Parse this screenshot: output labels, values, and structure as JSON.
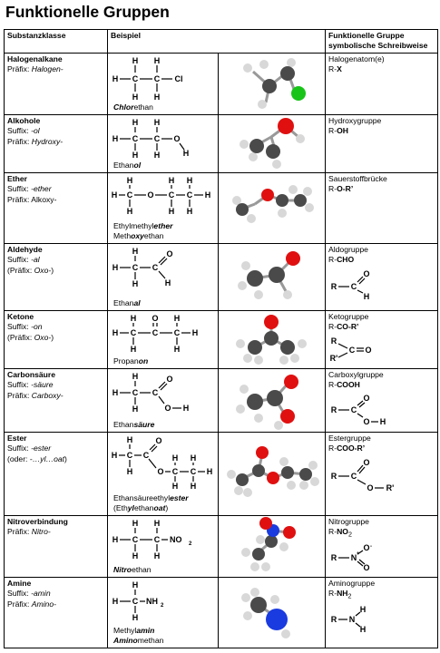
{
  "title": "Funktionelle Gruppen",
  "headers": {
    "klasse": "Substanzklasse",
    "beispiel": "Beispiel",
    "gruppe_line1": "Funktionelle Gruppe",
    "gruppe_line2": "symbolische Schreibweise"
  },
  "rows": [
    {
      "klasse": "Halogenalkane",
      "a1_prefix": "Präfix: ",
      "a1_name": "Halogen-",
      "ex1_bold": "Chlor",
      "ex1_rest": "ethan",
      "group_name": "Halogenatom(e)",
      "formula_pre": "R-",
      "formula_bold": "X"
    },
    {
      "klasse": "Alkohole",
      "a1_prefix": "Suffix: ",
      "a1_name": "-ol",
      "a2_prefix": "Präfix: ",
      "a2_name": "Hydroxy-",
      "ex1_pre": "Ethan",
      "ex1_bold": "ol",
      "group_name": "Hydroxygruppe",
      "formula_pre": "R-",
      "formula_bold": "OH"
    },
    {
      "klasse": "Ether",
      "a1_prefix": "Suffix: ",
      "a1_name": "-ether",
      "a2_prefix": "Präfix: ",
      "a2_name": "Alkoxy-",
      "ex1_pre": "Ethylmethyl",
      "ex1_bold": "ether",
      "ex2_pre": "Meth",
      "ex2_bold": "oxy",
      "ex2_rest": "ethan",
      "group_name": "Sauerstoffbrücke",
      "formula_pre": "R-",
      "formula_bold": "O-R’"
    },
    {
      "klasse": "Aldehyde",
      "a1_prefix": "Suffix: ",
      "a1_name": "-al",
      "a2_prefix": "(Präfix: ",
      "a2_name": "Oxo-",
      "a2_suffix": ")",
      "ex1_pre": "Ethan",
      "ex1_bold": "al",
      "group_name": "Aldogruppe",
      "formula_pre": "R-",
      "formula_bold": "CHO"
    },
    {
      "klasse": "Ketone",
      "a1_prefix": "Suffix: ",
      "a1_name": "-on",
      "a2_prefix": "(Präfix: ",
      "a2_name": "Oxo-",
      "a2_suffix": ")",
      "ex1_pre": "Propan",
      "ex1_bold": "on",
      "group_name": "Ketogruppe",
      "formula_pre": "R-",
      "formula_bold": "CO-R’"
    },
    {
      "klasse": "Carbonsäure",
      "a1_prefix": "Suffix: ",
      "a1_name": "-säure",
      "a2_prefix": "Präfix: ",
      "a2_name": "Carboxy-",
      "ex1_pre": "Ethan",
      "ex1_bold": "säure",
      "group_name": "Carboxylgruppe",
      "formula_pre": "R-",
      "formula_bold": "COOH"
    },
    {
      "klasse": "Ester",
      "a1_prefix": "Suffix: ",
      "a1_name": "-ester",
      "a2_prefix": "(oder: -",
      "a2_name": "…yl…oat",
      "a2_suffix": ")",
      "ex1_pre": "Ethansäureethyl",
      "ex1_bold": "ester",
      "ex2_pre": "(Eth",
      "ex2_bold": "yl",
      "ex2_mid": "ethan",
      "ex2_bold2": "oat",
      "ex2_rest": ")",
      "group_name": "Estergruppe",
      "formula_pre": "R-",
      "formula_bold": "COO-R’"
    },
    {
      "klasse": "Nitroverbindung",
      "a1_prefix": "Präfix: ",
      "a1_name": "Nitro-",
      "ex1_bold": "Nitro",
      "ex1_rest": "ethan",
      "group_name": "Nitrogruppe",
      "formula_pre": "R-",
      "formula_bold": "NO",
      "formula_sub": "2"
    },
    {
      "klasse": "Amine",
      "a1_prefix": "Suffix: ",
      "a1_name": "-amin",
      "a2_prefix": "Präfix: ",
      "a2_name": "Amino-",
      "ex1_pre": "Methyl",
      "ex1_bold": "amin",
      "ex2_bold": "Amino",
      "ex2_rest": "methan",
      "group_name": "Aminogruppe",
      "formula_pre": "R-",
      "formula_bold": "NH",
      "formula_sub": "2"
    }
  ],
  "atoms": {
    "H": "H",
    "C": "C",
    "O": "O",
    "N": "N",
    "Cl": "Cl",
    "R": "R",
    "R_prime": "R'",
    "NO2": "NO",
    "sub2": "2",
    "NH2": "NH",
    "minus": "-",
    "plus": "+"
  },
  "colors": {
    "carbon": "#4a4a4a",
    "hydrogen": "#d8d8d8",
    "oxygen": "#e01010",
    "nitrogen": "#1a3be0",
    "chlorine": "#18c418"
  }
}
